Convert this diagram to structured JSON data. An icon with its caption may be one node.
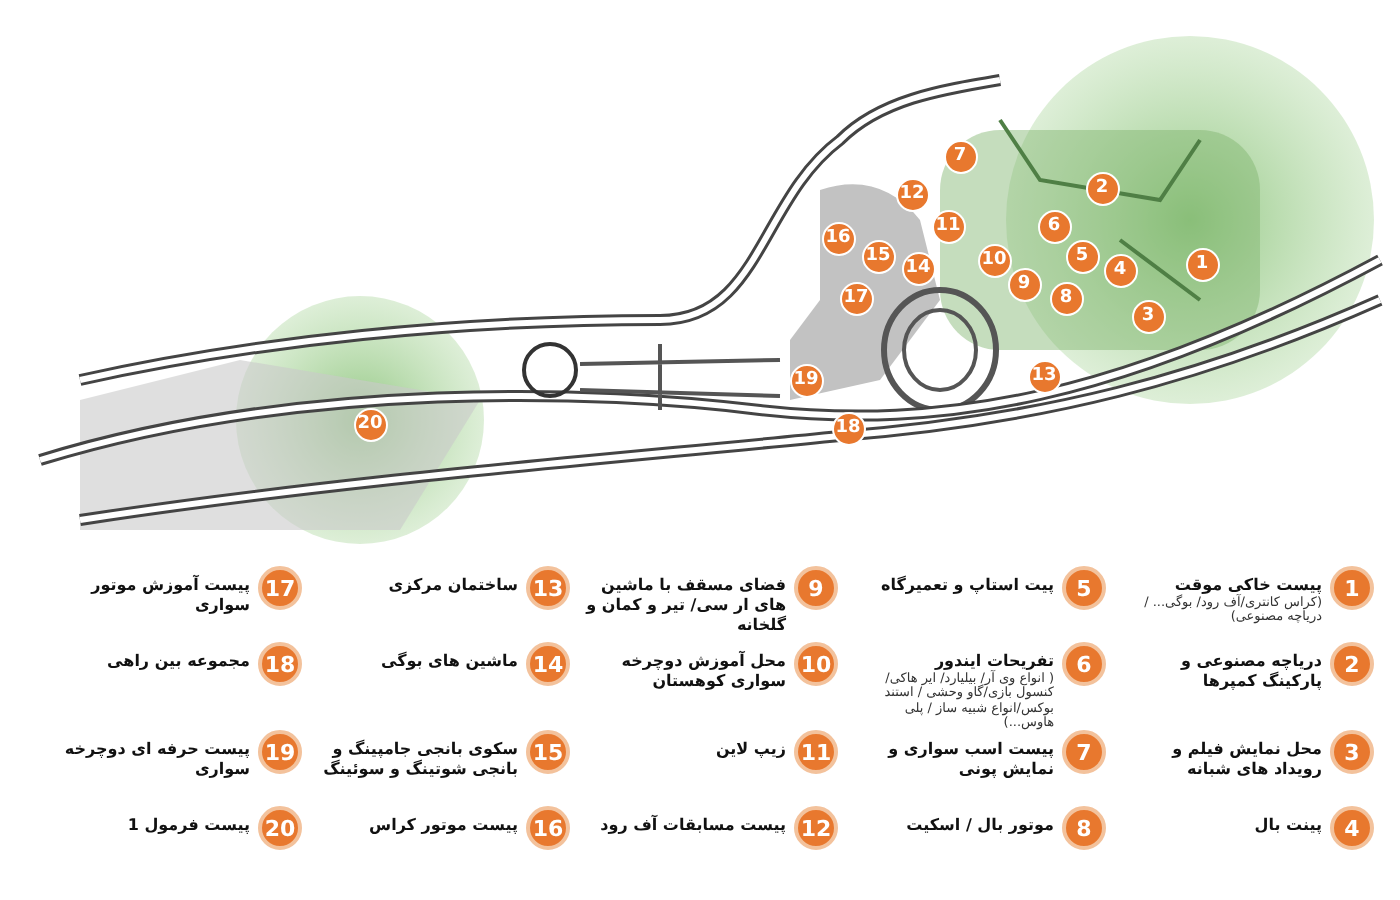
{
  "diagram": {
    "nodes": [
      {
        "text": [
          "1"
        ]
      },
      {
        "text": [
          "2"
        ]
      },
      {
        "text": [
          "3"
        ]
      },
      {
        "text": [
          "4"
        ]
      },
      {
        "text": [
          "5"
        ]
      },
      {
        "text": [
          "6"
        ]
      },
      {
        "text": [
          "7"
        ]
      },
      {
        "text": [
          "8"
        ]
      },
      {
        "text": [
          "9"
        ]
      },
      {
        "text": [
          "10"
        ]
      },
      {
        "text": [
          "11"
        ]
      },
      {
        "text": [
          "12"
        ]
      },
      {
        "text": [
          "13"
        ]
      },
      {
        "text": [
          "14"
        ]
      },
      {
        "text": [
          "15"
        ]
      },
      {
        "text": [
          "16"
        ]
      },
      {
        "text": [
          "17"
        ]
      },
      {
        "text": [
          "18"
        ]
      },
      {
        "text": [
          "19"
        ]
      },
      {
        "text": [
          "20"
        ]
      },
      {
        "text": [
          "1"
        ],
        "beside": [
          "پیست خاکی موقت",
          "(کراس کانتری/آف رود/ بوگی... / دریاچه مصنوعی)"
        ]
      },
      {
        "text": [
          "2"
        ],
        "beside": [
          "دریاچه مصنوعی و پارکینگ کمپرها"
        ]
      },
      {
        "text": [
          "3"
        ],
        "beside": [
          "محل نمایش فیلم و رویداد های شبانه"
        ]
      },
      {
        "text": [
          "4"
        ],
        "beside": [
          "پینت بال"
        ]
      },
      {
        "text": [
          "5"
        ],
        "beside": [
          "پیت استاپ و تعمیرگاه"
        ]
      },
      {
        "text": [
          "6"
        ],
        "beside": [
          "تفریحات ایندور",
          "( انواع وی آر/ بیلیارد/ ایر هاکی/کنسول بازی/گاو وحشی / استند بوکس/انواع شبیه ساز / پلی هاوس...)"
        ]
      },
      {
        "text": [
          "7"
        ],
        "beside": [
          "پیست اسب سواری و نمایش پونی"
        ]
      },
      {
        "text": [
          "8"
        ],
        "beside": [
          "موتور بال / اسکیت"
        ]
      },
      {
        "text": [
          "9"
        ],
        "beside": [
          "فضای مسقف با ماشین های ار سی/ تیر و کمان و گلخانه"
        ]
      },
      {
        "text": [
          "10"
        ],
        "beside": [
          "محل آموزش دوچرخه سواری کوهستان"
        ]
      },
      {
        "text": [
          "11"
        ],
        "beside": [
          "زیپ لاین"
        ]
      },
      {
        "text": [
          "12"
        ],
        "beside": [
          "پیست مسابقات آف رود"
        ]
      },
      {
        "text": [
          "13"
        ],
        "beside": [
          "ساختمان مرکزی"
        ]
      },
      {
        "text": [
          "14"
        ],
        "beside": [
          "ماشین های بوگی"
        ]
      },
      {
        "text": [
          "15"
        ],
        "beside": [
          "سکوی بانجی جامپینگ و بانجی شوتینگ و سوئینگ"
        ]
      },
      {
        "text": [
          "16"
        ],
        "beside": [
          "پیست موتور کراس"
        ]
      },
      {
        "text": [
          "17"
        ],
        "beside": [
          "پیست آموزش موتور سواری"
        ]
      },
      {
        "text": [
          "18"
        ],
        "beside": [
          "مجموعه بین راهی"
        ]
      },
      {
        "text": [
          "19"
        ],
        "beside": [
          "پیست حرفه ای دوچرخه سواری"
        ]
      },
      {
        "text": [
          "20"
        ],
        "beside": [
          "پیست فرمول 1"
        ]
      }
    ]
  }
}
